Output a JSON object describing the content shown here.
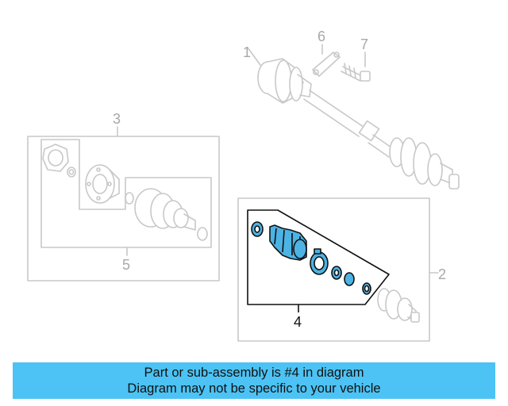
{
  "callouts": {
    "c1": "1",
    "c2": "2",
    "c3": "3",
    "c4": "4",
    "c5": "5",
    "c6": "6",
    "c7": "7"
  },
  "banner": {
    "line1": "Part or sub-assembly is #4 in diagram",
    "line2": "Diagram may not be specific to your vehicle"
  },
  "colors": {
    "line_gray": "#c8c8c8",
    "highlight_part": "#4cb3e4",
    "banner_bg": "#4cc3f4"
  }
}
